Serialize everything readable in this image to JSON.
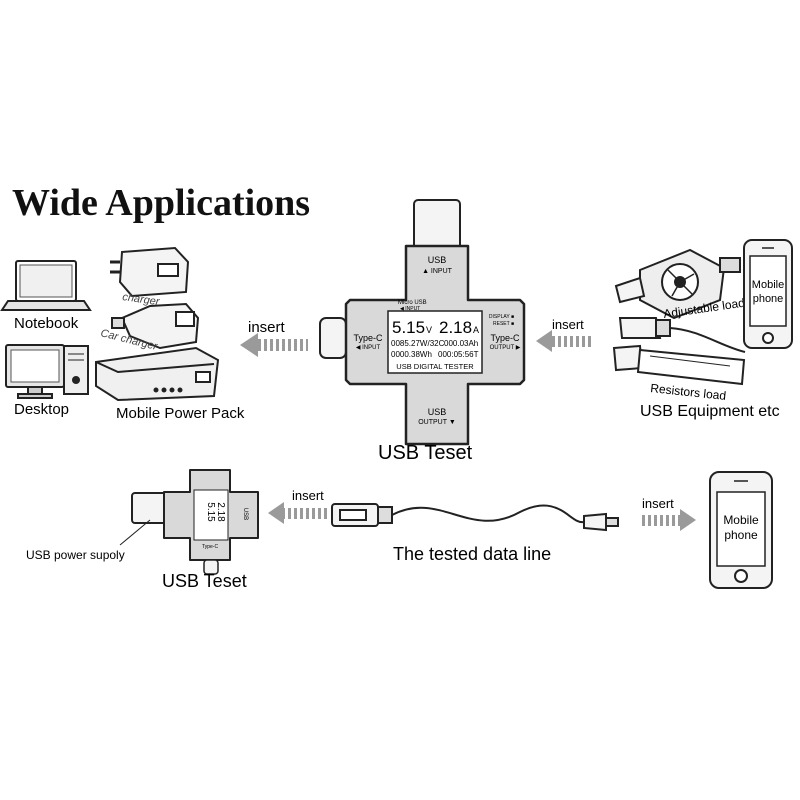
{
  "title": "Wide Applications",
  "left_group": {
    "notebook": "Notebook",
    "desktop": "Desktop",
    "charger": "charger",
    "car_charger": "Car charger",
    "mobile_power_pack": "Mobile Power Pack"
  },
  "right_group": {
    "adjustable_load": "Adjustable load",
    "resistors_load": "Resistors  load",
    "usb_equipment": "USB Equipment etc",
    "phone_line1": "Mobile",
    "phone_line2": "phone"
  },
  "arrows": {
    "insert": "insert"
  },
  "tester": {
    "usb_label": "USB",
    "input_label": "▲ INPUT",
    "micro_usb": "Micro USB",
    "micro_input": "◀ INPUT",
    "display": "DISPLAY ■",
    "reset": "RESET ■",
    "type_c_left": "Type-C",
    "input_left": "◀ INPUT",
    "type_c_right": "Type-C",
    "output_right": "OUTPUT ▶",
    "voltage": "5.15",
    "voltage_unit": "V",
    "current": "2.18",
    "current_unit": "A",
    "row1_left": "0085.27W/32C",
    "row1_right": "000.03Ah",
    "row2_left": "0000.38Wh",
    "row2_right": "000:05:56T",
    "brand": "USB DIGITAL TESTER",
    "usb_bottom": "USB",
    "output_bottom": "OUTPUT ▼",
    "caption": "USB Teset"
  },
  "bottom": {
    "usb_power_supply": "USB power supoly",
    "tested_line": "The tested data line",
    "caption": "USB Teset",
    "phone_line1": "Mobile",
    "phone_line2": "phone"
  },
  "colors": {
    "line": "#222222",
    "arrow": "#9a9a9a",
    "device_fill": "#d9d9d9",
    "screen_fill": "#ffffff"
  }
}
